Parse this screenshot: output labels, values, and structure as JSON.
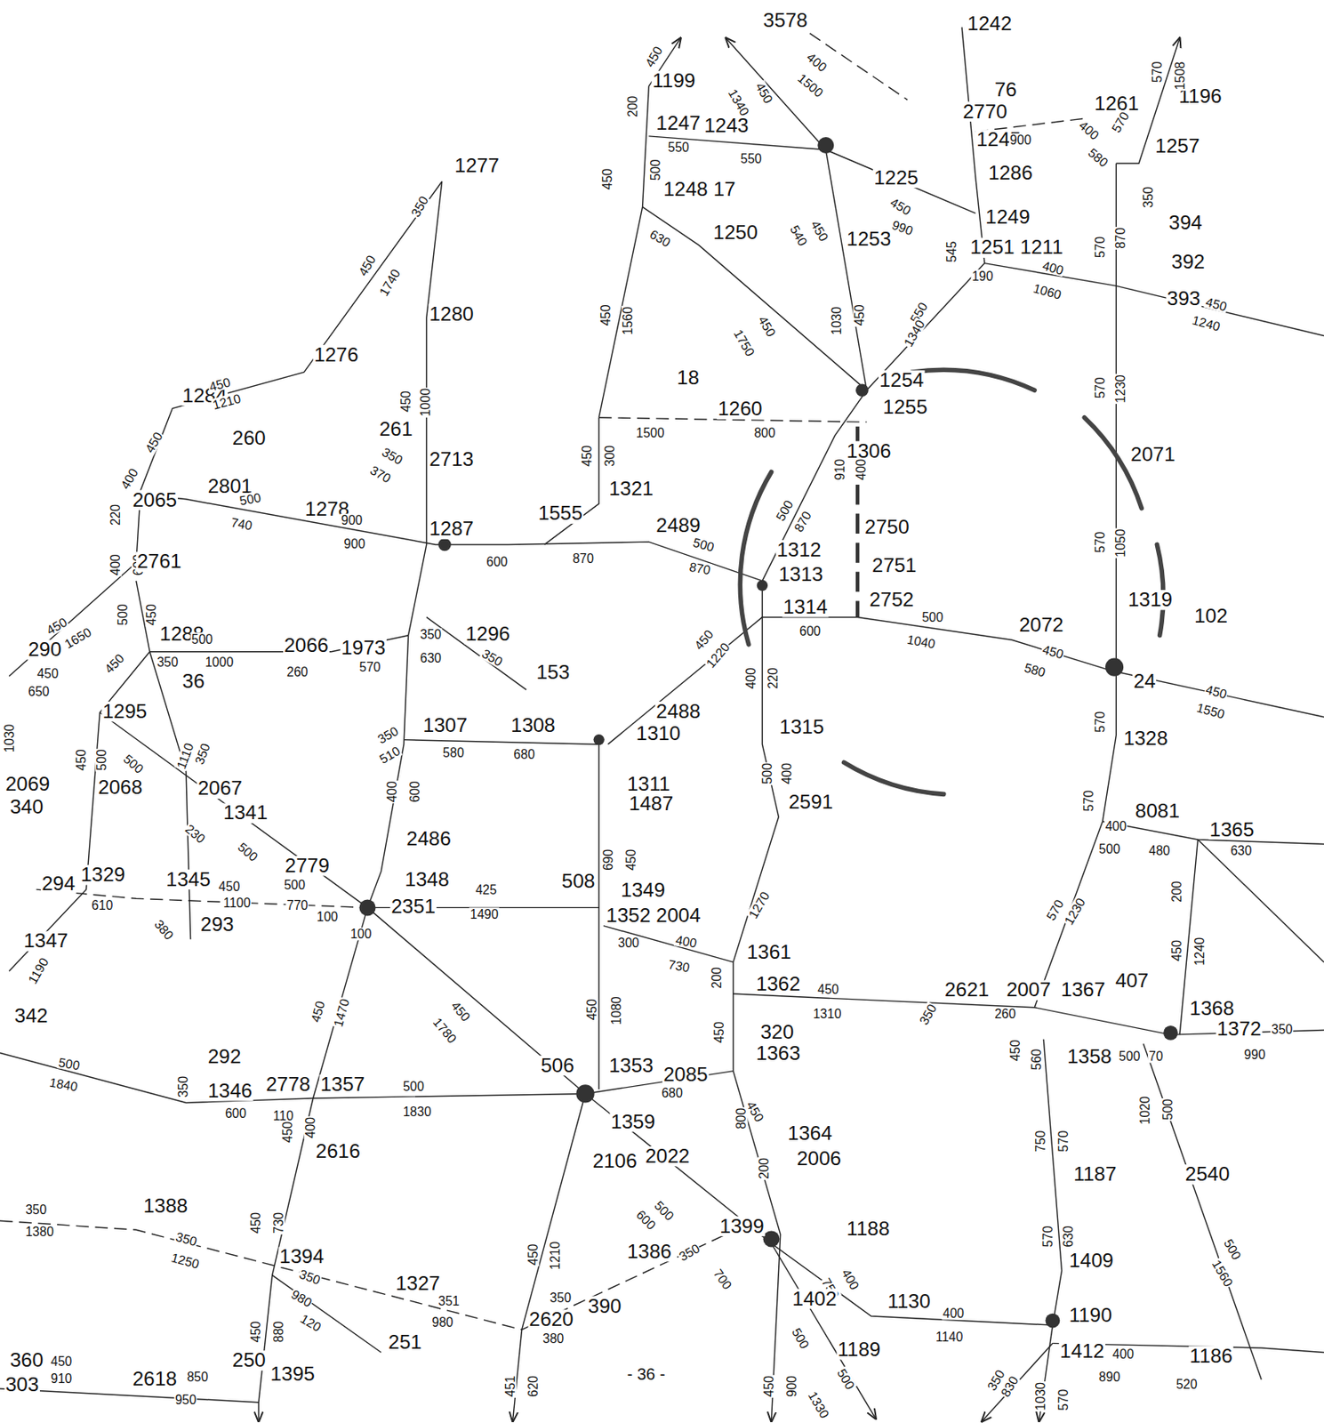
{
  "diagram": {
    "labels": [
      "1277",
      "450",
      "1740",
      "350",
      "1280",
      "450",
      "1000",
      "261",
      "350",
      "370",
      "2713",
      "1276",
      "1284",
      "450",
      "1210",
      "260",
      "2801",
      "500",
      "740",
      "1278",
      "900",
      "900",
      "1287",
      "1555",
      "600",
      "870",
      "2489",
      "500",
      "870",
      "1321",
      "450",
      "300",
      "18",
      "1260",
      "1500",
      "800",
      "450",
      "1560",
      "1199",
      "450",
      "200",
      "1247",
      "550",
      "1248 17",
      "450",
      "500",
      "630",
      "1250",
      "450",
      "1750",
      "1243",
      "550",
      "1340",
      "450",
      "3578",
      "400",
      "1500",
      "1242",
      "76",
      "2770",
      "1245",
      "900",
      "1286",
      "1225",
      "1253",
      "450",
      "990",
      "540",
      "450",
      "1030",
      "450",
      "1249",
      "1251 1211",
      "545",
      "190",
      "400",
      "1060",
      "550",
      "1340",
      "1254",
      "1255",
      "1306",
      "2750",
      "2751",
      "2752",
      "1312",
      "1313",
      "1314",
      "600",
      "500",
      "870",
      "910",
      "400",
      "500",
      "1040",
      "2072",
      "450",
      "580",
      "1319",
      "102",
      "24",
      "450",
      "1550",
      "1328",
      "2071",
      "570",
      "1230",
      "570",
      "1050",
      "570",
      "1261",
      "570",
      "400",
      "580",
      "1196",
      "570",
      "1508",
      "1257",
      "394",
      "350",
      "570",
      "870",
      "392",
      "393",
      "450",
      "1240",
      "450",
      "400",
      "220",
      "400",
      "600",
      "2065",
      "2761",
      "450",
      "1650",
      "290",
      "450",
      "650",
      "1030",
      "500",
      "450",
      "1288",
      "500",
      "1000",
      "350",
      "36",
      "450",
      "1295",
      "450",
      "500",
      "2068",
      "500",
      "350",
      "1110",
      "2067",
      "1341",
      "230",
      "500",
      "2066",
      "1973",
      "260",
      "570",
      "350",
      "630",
      "1296",
      "153",
      "350",
      "1307",
      "580",
      "1308",
      "680",
      "2488",
      "1310",
      "450",
      "1220",
      "400",
      "220",
      "1315",
      "500",
      "400",
      "2591",
      "2486",
      "400",
      "600",
      "350",
      "510",
      "1311",
      "1487",
      "690",
      "450",
      "508",
      "1349",
      "1352 2004",
      "425",
      "1490",
      "2779",
      "1348",
      "2351",
      "500",
      "770",
      "100",
      "100",
      "1329",
      "610",
      "294",
      "1347",
      "1190",
      "342",
      "1345",
      "450",
      "1100",
      "293",
      "380",
      "2069",
      "340",
      "300",
      "730",
      "400",
      "1361",
      "1362",
      "200",
      "450",
      "1310",
      "1270",
      "2621",
      "350",
      "2007",
      "1367",
      "407",
      "260",
      "1368",
      "1372",
      "350",
      "990",
      "1358",
      "500",
      "70",
      "450",
      "560",
      "570",
      "1230",
      "570",
      "8081",
      "400",
      "500",
      "480",
      "1365",
      "630",
      "450",
      "1240",
      "200",
      "1020",
      "500",
      "2540",
      "1560",
      "500",
      "1187",
      "750",
      "570",
      "570",
      "630",
      "1409",
      "1190",
      "1412",
      "400",
      "890",
      "1186",
      "520",
      "350",
      "830",
      "1030",
      "570",
      "1130",
      "400",
      "1140",
      "1188",
      "1399",
      "400",
      "750",
      "1402",
      "1189",
      "500",
      "500",
      "1330",
      "450",
      "900",
      "1364",
      "2006",
      "800",
      "450",
      "200",
      "320",
      "1363",
      "450",
      "1080",
      "450",
      "506",
      "1353",
      "2085",
      "680",
      "1359",
      "2022",
      "2106",
      "450",
      "1780",
      "500",
      "600",
      "700",
      "1386",
      "350",
      "390",
      "2620",
      "350",
      "380",
      "450",
      "1210",
      "451",
      "620",
      "292",
      "1346",
      "2778",
      "1357",
      "600",
      "110",
      "350",
      "500",
      "1830",
      "500",
      "1840",
      "450",
      "1470",
      "2616",
      "450",
      "400",
      "450",
      "730",
      "1394",
      "350",
      "980",
      "120",
      "1327",
      "351",
      "980",
      "251",
      "1388",
      "350",
      "1250",
      "350",
      "1380",
      "250",
      "1395",
      "450",
      "880",
      "2618",
      "850",
      "950",
      "360",
      "450",
      "910",
      "303",
      "- 36 -"
    ]
  }
}
